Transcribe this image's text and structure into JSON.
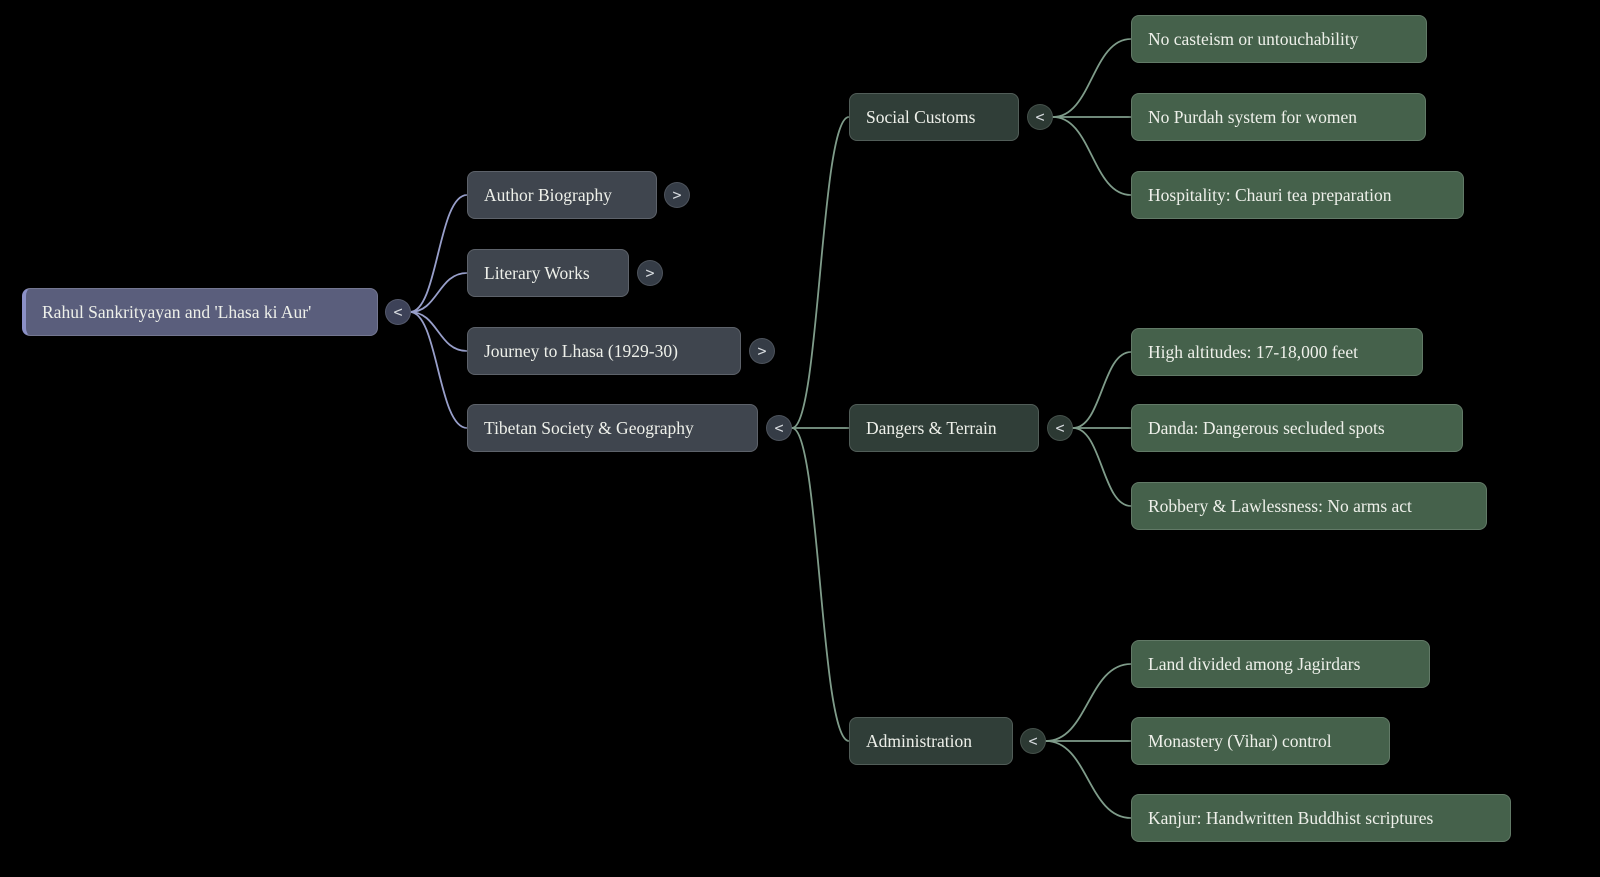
{
  "colors": {
    "background": "#000000",
    "root_fill": "#5a5e7c",
    "level2_fill": "#3f454e",
    "level3_fill": "#303e38",
    "level4_fill": "#45614b",
    "link_primary": "#989fca",
    "link_secondary": "#7f9c8a",
    "text": "#eef0ea"
  },
  "root": {
    "label": "Rahul Sankrityayan and 'Lhasa ki Aur'",
    "toggle": "<"
  },
  "branches": [
    {
      "label": "Author Biography",
      "toggle": ">"
    },
    {
      "label": "Literary Works",
      "toggle": ">"
    },
    {
      "label": "Journey to Lhasa (1929-30)",
      "toggle": ">"
    },
    {
      "label": "Tibetan Society & Geography",
      "toggle": "<"
    }
  ],
  "subbranches": [
    {
      "label": "Social Customs",
      "toggle": "<"
    },
    {
      "label": "Dangers & Terrain",
      "toggle": "<"
    },
    {
      "label": "Administration",
      "toggle": "<"
    }
  ],
  "leaves": {
    "social_customs": [
      "No casteism or untouchability",
      "No Purdah system for women",
      "Hospitality: Chauri tea preparation"
    ],
    "dangers_terrain": [
      "High altitudes: 17-18,000 feet",
      "Danda: Dangerous secluded spots",
      "Robbery & Lawlessness: No arms act"
    ],
    "administration": [
      "Land divided among Jagirdars",
      "Monastery (Vihar) control",
      "Kanjur: Handwritten Buddhist scriptures"
    ]
  }
}
